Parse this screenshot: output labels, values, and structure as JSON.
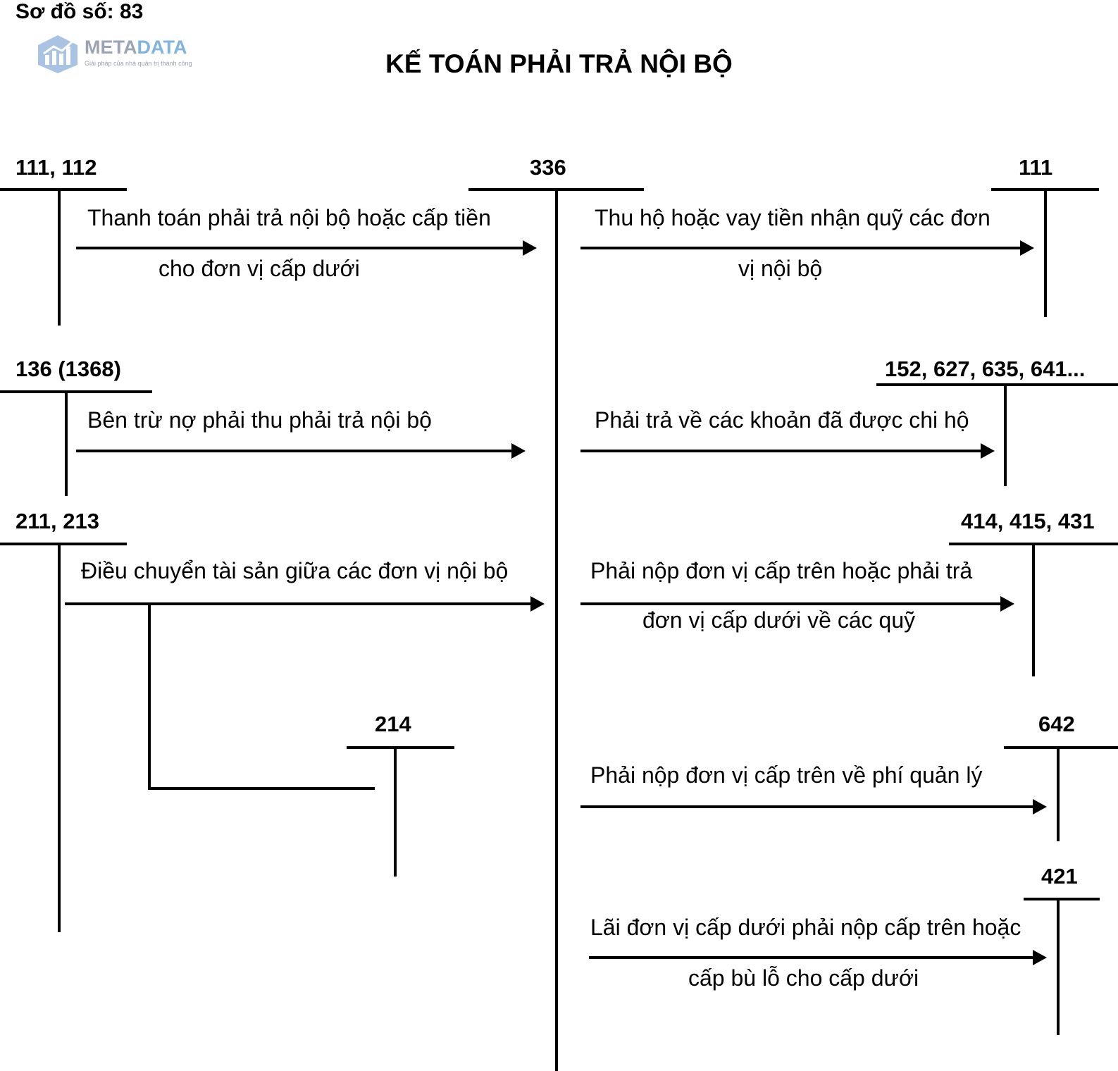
{
  "header": {
    "diagram_number": "Sơ đồ số: 83",
    "title": "KẾ TOÁN PHẢI TRẢ NỘI BỘ"
  },
  "logo": {
    "brand_meta": "META",
    "brand_data": "DATA",
    "tagline": "Giải pháp của nhà quản trị thành công",
    "colors": {
      "meta": "#9aa4b5",
      "data": "#7fb3e0",
      "icon": "#a9c4e2"
    }
  },
  "accounts": {
    "a111_112": "111, 112",
    "a336": "336",
    "a111": "111",
    "a136": "136 (1368)",
    "a152": "152, 627, 635, 641...",
    "a211": "211, 213",
    "a414": "414, 415, 431",
    "a214": "214",
    "a642": "642",
    "a421": "421"
  },
  "flows": {
    "pay_internal_1": "Thanh toán phải trả nội bộ hoặc cấp tiền",
    "pay_internal_2": "cho đơn vị cấp dưới",
    "collect_1": "Thu hộ hoặc vay tiền nhận quỹ các đơn",
    "collect_2": "vị nội bộ",
    "offset": "Bên trừ nợ phải thu phải trả nội bộ",
    "paid_on_behalf": "Phải trả về các khoản đã được chi hộ",
    "transfer_assets": "Điều chuyển tài sản giữa các đơn vị nội bộ",
    "remit_funds_1": "Phải nộp đơn vị cấp trên hoặc phải trả",
    "remit_funds_2": "đơn vị cấp dưới về các quỹ",
    "mgmt_fee": "Phải nộp đơn vị cấp trên về phí quản lý",
    "profit_1": "Lãi đơn vị cấp dưới phải nộp cấp trên hoặc",
    "profit_2": "cấp bù lỗ cho cấp dưới"
  }
}
